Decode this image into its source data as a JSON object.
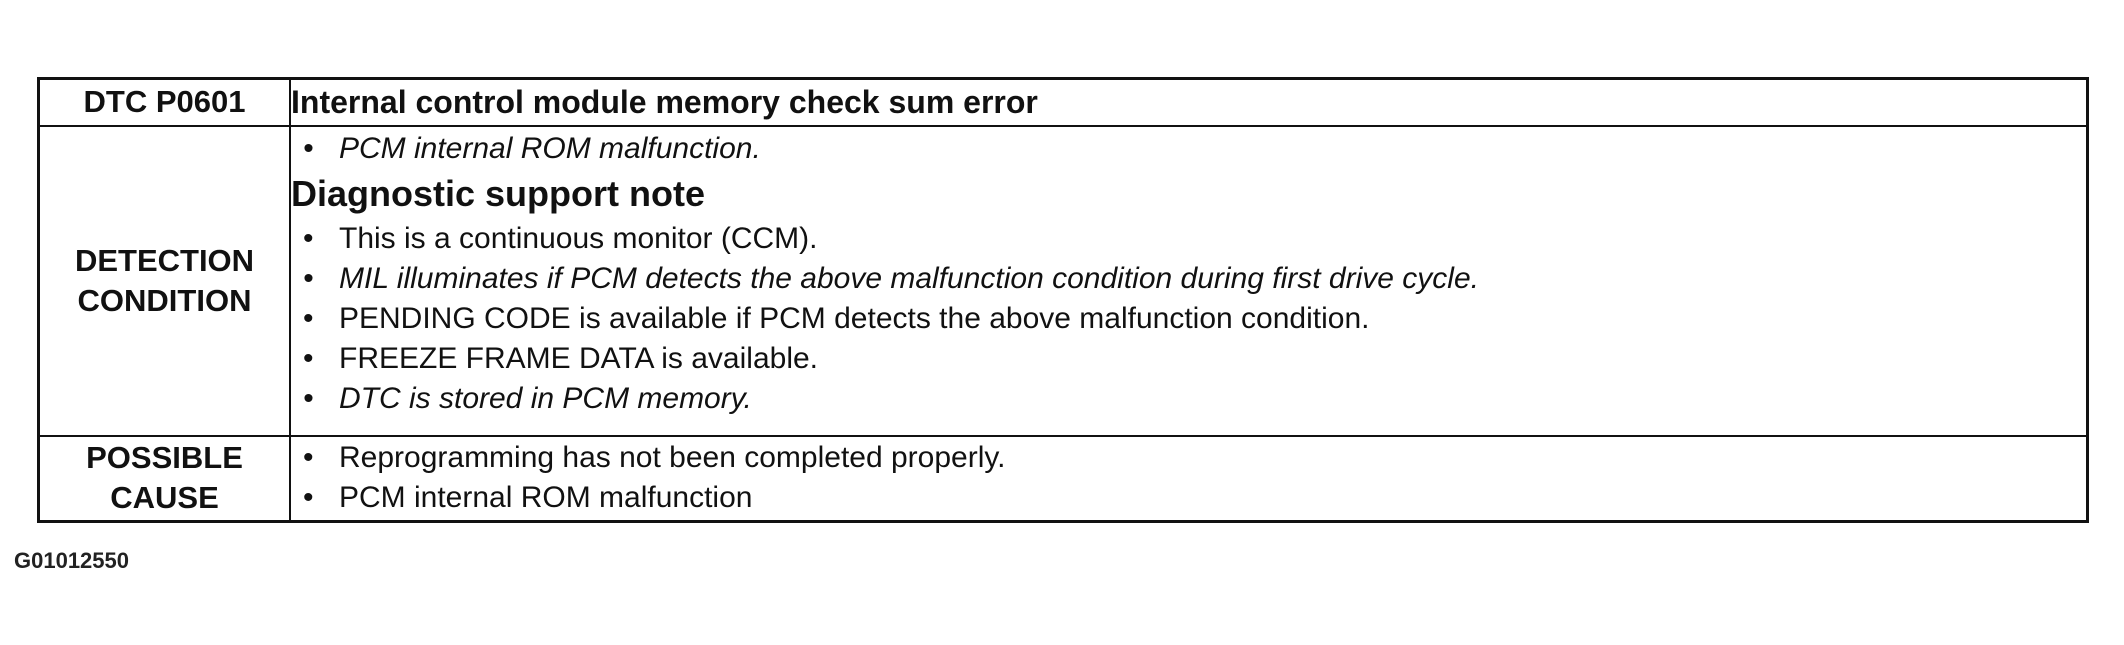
{
  "table": {
    "header": {
      "code": "DTC P0601",
      "description": "Internal control module memory check sum error"
    },
    "detection": {
      "label_line1": "DETECTION",
      "label_line2": "CONDITION",
      "items": [
        "PCM internal ROM malfunction."
      ],
      "note_heading": "Diagnostic support note",
      "note_items": [
        "This is a continuous monitor (CCM).",
        "MIL illuminates if PCM detects the above malfunction condition during first drive cycle.",
        "PENDING CODE is available if PCM detects the above malfunction condition.",
        "FREEZE FRAME DATA is available.",
        "DTC is stored in PCM memory."
      ]
    },
    "possible_cause": {
      "label_line1": "POSSIBLE",
      "label_line2": "CAUSE",
      "items": [
        "Reprogramming has not been completed properly.",
        "PCM internal ROM malfunction"
      ]
    }
  },
  "figure_id": "G01012550"
}
